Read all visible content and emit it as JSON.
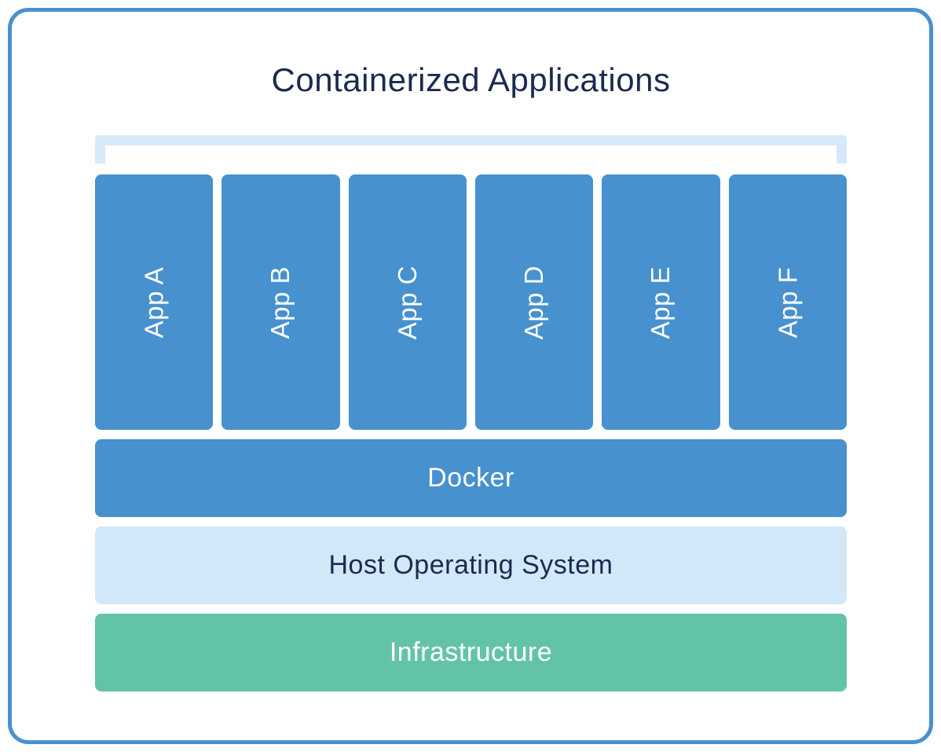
{
  "diagram": {
    "title": "Containerized Applications",
    "apps": [
      "App A",
      "App B",
      "App C",
      "App D",
      "App E",
      "App F"
    ],
    "layers": [
      {
        "label": "Docker",
        "variant": "blue"
      },
      {
        "label": "Host Operating System",
        "variant": "light"
      },
      {
        "label": "Infrastructure",
        "variant": "green"
      }
    ],
    "colors": {
      "card_border": "#4A90CF",
      "container_blue": "#4691CE",
      "bracket_light_blue": "#D6E9FA",
      "host_os_light_blue": "#D2E7F8",
      "infrastructure_green": "#63C3A8",
      "title_navy": "#1B2A4E",
      "label_white": "#FFFFFF"
    }
  }
}
